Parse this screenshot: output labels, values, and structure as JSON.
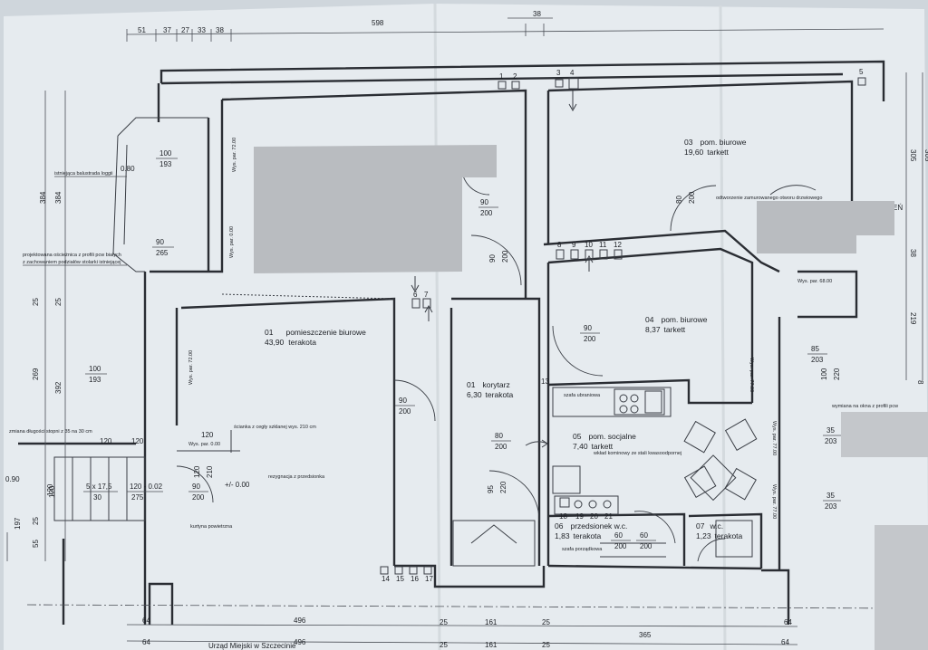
{
  "colors": {
    "paper": "#e6ebef",
    "ink": "#2a2d33",
    "redaction": "#b9bcc0"
  },
  "top_dims": [
    "51",
    "37",
    "27",
    "33",
    "38",
    "598",
    "38"
  ],
  "bottom_dims_row1": [
    "64",
    "496",
    "25",
    "161",
    "25",
    "365",
    "64"
  ],
  "bottom_dims_row2": [
    "64",
    "496",
    "25",
    "161",
    "25",
    "64"
  ],
  "bottom_stamp": "Urząd Miejski w Szczecinie",
  "left_dims": [
    "384",
    "384",
    "25",
    "392",
    "269",
    "25",
    "120",
    "197",
    "55",
    "25",
    "0.90"
  ],
  "right_dims": [
    "305",
    "305",
    "38",
    "219",
    "8"
  ],
  "rooms": [
    {
      "num": "01",
      "name": "pomieszczenie biurowe",
      "area": "43,90",
      "floor": "terakota"
    },
    {
      "num": "01",
      "name": "korytarz",
      "area": "6,30",
      "floor": "terakota"
    },
    {
      "num": "03",
      "name": "pom. biurowe",
      "area": "19,60",
      "floor": "tarkett"
    },
    {
      "num": "04",
      "name": "pom. biurowe",
      "area": "8,37",
      "floor": "tarkett"
    },
    {
      "num": "05",
      "name": "pom. socjalne",
      "area": "7,40",
      "floor": "tarkett"
    },
    {
      "num": "06",
      "name": "przedsionek w.c.",
      "area": "1,83",
      "floor": "terakota"
    },
    {
      "num": "07",
      "name": "w.c.",
      "area": "1,23",
      "floor": "terakota"
    }
  ],
  "openings": [
    {
      "w": "100",
      "h": "193"
    },
    {
      "w": "90",
      "h": "265"
    },
    {
      "w": "90",
      "h": "200"
    },
    {
      "w": "100",
      "h": "193"
    },
    {
      "w": "90",
      "h": "200"
    },
    {
      "w": "90",
      "h": "200"
    },
    {
      "w": "90",
      "h": "200"
    },
    {
      "w": "80",
      "h": "200"
    },
    {
      "w": "120",
      "h": "210"
    },
    {
      "w": "90",
      "h": "200"
    },
    {
      "w": "95",
      "h": "220"
    },
    {
      "w": "80",
      "h": "200"
    },
    {
      "w": "60",
      "h": "200"
    },
    {
      "w": "60",
      "h": "200"
    },
    {
      "w": "85",
      "h": "203"
    },
    {
      "w": "100",
      "h": "220"
    },
    {
      "w": "35",
      "h": "203"
    },
    {
      "w": "35",
      "h": "203"
    },
    {
      "w": "120",
      "h": ""
    }
  ],
  "notes": [
    "istniejąca balustrada loggii",
    "projektowana ościeżnica z profili pcw białych",
    "z zachowaniem podziałów stolarki istniejącej",
    "Wys. par. 72.00",
    "Wys. par. 0.00",
    "Wys. par. 72.00",
    "zmiana długości stopni z 35 na 30 cm",
    "ścianka z cegły szklanej wys. 210 cm",
    "Wys. par. 0.00",
    "rezygnacja z przedsionka",
    "kurtyna powietrzna",
    "szafa ubraniowa",
    "wkład kominowy ze stali kwasoodpornej",
    "szafa porządkowa",
    "odtworzenie zamurowanego otworu drzwiowego",
    "Wys. par. 68.00",
    "wymiana na okna z profili pcw",
    "Wys. par. 77.00",
    "Wys. par. 77.00",
    "Wys. par. 77.00"
  ],
  "stairs": {
    "steps": "5 x 17,5",
    "tread": "30",
    "level1": "120 - 0.02",
    "level2": "275",
    "zero": "+/- 0.00",
    "landing": "120"
  },
  "vent_numbers": [
    "1",
    "2",
    "3",
    "4",
    "5",
    "6",
    "7",
    "8",
    "9",
    "10",
    "11",
    "12",
    "13",
    "14",
    "15",
    "16",
    "17",
    "18",
    "19",
    "20",
    "21"
  ],
  "misc_dims": [
    "0.80",
    "120",
    "120"
  ],
  "edge_text": "EŃ"
}
